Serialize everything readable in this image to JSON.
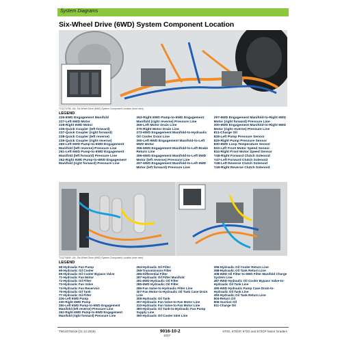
{
  "header": {
    "section": "System Diagrams"
  },
  "title": "Six-Wheel Drive (6WD) System Component Location",
  "figure1": {
    "caption": "TX1274758 -UN- Six-Wheel Drive (6WD) System Component Location (front view)",
    "legend_title": "LEGEND",
    "legend": [
      "226-6WD Engagement Manifold",
      "227-Left 6WD Motor",
      "228-Right 6WD Motor",
      "236-Quick Coupler (left forward)",
      "237-Quick Coupler (right forward)",
      "238-Quick Coupler (left reverse)",
      "239-Quick Coupler (right reverse)",
      "260-Left 6WD Pump-to-6WD Engagement Manifold (left reverse) Pressure Line",
      "261-Left 6WD Pump-to-6WD Engagement Manifold (left forward) Pressure Line",
      "262-Right 6WD Pump-to-6WD Engagement Manifold (right forward) Pressure Line",
      "263-Right 6WD Pump-to-6WD Engagement Manifold (right reverse) Pressure Line",
      "269-Left Motor Drain Line",
      "270-Right Motor Drain Line",
      "273-6WD Engagement Manifold-to-Hydraulic Oil Cooler Drain Line",
      "290-Left 6WD Engagement Manifold-to-Left 6WD Motor",
      "296-6WD Engagement Manifold-to-Left Brake Return Line",
      "296-6WD Engagement Manifold-to-Left 6WD Motor (left reverse) Pressure Line",
      "297-6WD Engagement Manifold-to-Left 6WD Motor (left forward) Pressure Line",
      "297-6WD Engagement Manifold-to-Right 6WD Motor (right forward) Pressure Line",
      "300-6WD Engagement Manifold-to-Right 6WD Motor (right reverse) Pressure Line",
      "811-Charge Oil",
      "828-Left Pump Pressure Sensor",
      "829-Right Pump Pressure Sensor",
      "830-6WD Loop Temperature Sensor",
      "833-Left Front Motor Speed Sensor",
      "834-Right Front Motor Speed Sensor",
      "Y48-Right Forward Clutch Solenoid",
      "Y47-Left Forward Clutch Solenoid",
      "Y48-Left Reverse Clutch Solenoid",
      "Y49-Right Reverse Clutch Solenoid"
    ]
  },
  "figure2": {
    "caption": "TX1274609 -UN- Six-Wheel Drive (6WD) System Component Location (rear view)",
    "legend_title": "LEGEND",
    "legend": [
      "68-Hydraulic Fan Pump",
      "69-Hydraulic Oil Cooler",
      "69-Hydraulic Oil Cooler Bypass Valve",
      "71-Hydraulic Fan Motor",
      "72-Hydraulic Oil Filter",
      "73-Hydraulic Fan Valve",
      "74-Hydraulic Fan Reservoir",
      "75-Hydraulic Oil Tank",
      "77-Hydraulic Oil Filter",
      "226-Left 6WD Pump",
      "230-Right 6WD Pump",
      "260-Left 6WD Pump-to-6WD Engagement Manifold (left reverse) Pressure Line",
      "262-Right 6WD Pump-to-6WD Engagement Manifold (right forward) Pressure Line",
      "264-Hydraulic Oil Filter",
      "268-Transmission Filter",
      "286-Differential Filter",
      "287-Hydraulic Oil Filter Manifold",
      "281-6WD Hydraulic Oil Filter",
      "285-6WD Hydraulic Oil Filter",
      "286-Fan Valve-to-Hydraulic Filter Line",
      "307-Fan Motor-to-Hydraulic Oil Tank Case Drain Line",
      "308-Hydraulic Oil Tank",
      "307-Hydraulic Fan Valve-to-Fan Motor Line",
      "310-Hydraulic Fan Valve-to-Fan Motor Line",
      "380-Hydraulic Oil Tank-to-Hydraulic Fan Pump Supply Line",
      "390-Hydraulic Oil Cooler Inlet Line",
      "396-Hydraulic Oil Cooler Return Line",
      "398-Hydraulic Oil Tank Return Line",
      "408-6WD Oil Filter-to-6WD Filter Manifold Charge System Line",
      "487-6WD Hydraulic Oil Cooler Bypass Valve-to-Hydraulic Oil Tank Line",
      "490-6WD Hydraulic Pump Case Drain-to-Hydraulic Oil Tank Line",
      "493-Hydraulic Oil Tank Return Line",
      "804-Return Oil",
      "806-Suction Oil",
      "811-Charge Oil"
    ]
  },
  "footer": {
    "left": "TM14075X19 (21.12.2018)",
    "middle": "9016-10-2",
    "right": "670G, 670GP, 672G and 672GP Motor Graders",
    "page": "1037"
  }
}
